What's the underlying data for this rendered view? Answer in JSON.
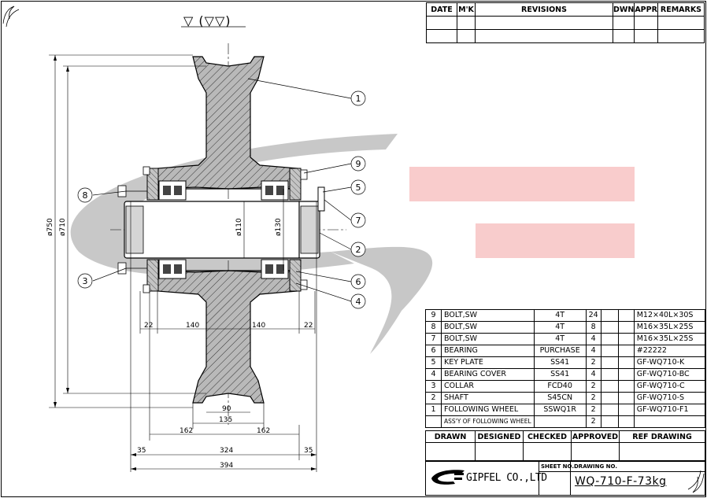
{
  "surface_finish": "▽ (▽▽)",
  "revisions": {
    "headers": [
      "DATE",
      "M'K",
      "REVISIONS",
      "DWN",
      "APPR",
      "REMARKS"
    ]
  },
  "balloons": [
    "1",
    "2",
    "3",
    "4",
    "5",
    "6",
    "7",
    "8",
    "9"
  ],
  "dims": {
    "d750": "ø750",
    "d710": "ø710",
    "d110": "ø110",
    "d130": "ø130",
    "b22a": "22",
    "b140a": "140",
    "b140b": "140",
    "b22b": "22",
    "b90": "90",
    "b135": "135",
    "b162a": "162",
    "b162b": "162",
    "b35a": "35",
    "b324": "324",
    "b35b": "35",
    "b394": "394"
  },
  "bom": [
    {
      "no": "9",
      "name": "BOLT,SW",
      "mat": "4T",
      "qty": "24",
      "spec": "M12×40L×30S"
    },
    {
      "no": "8",
      "name": "BOLT,SW",
      "mat": "4T",
      "qty": "8",
      "spec": "M16×35L×25S"
    },
    {
      "no": "7",
      "name": "BOLT,SW",
      "mat": "4T",
      "qty": "4",
      "spec": "M16×35L×25S"
    },
    {
      "no": "6",
      "name": "BEARING",
      "mat": "PURCHASE",
      "qty": "4",
      "spec": "#22222"
    },
    {
      "no": "5",
      "name": "KEY PLATE",
      "mat": "SS41",
      "qty": "2",
      "spec": "GF-WQ710-K"
    },
    {
      "no": "4",
      "name": "BEARING COVER",
      "mat": "SS41",
      "qty": "4",
      "spec": "GF-WQ710-BC"
    },
    {
      "no": "3",
      "name": "COLLAR",
      "mat": "FCD40",
      "qty": "2",
      "spec": "GF-WQ710-C"
    },
    {
      "no": "2",
      "name": "SHAFT",
      "mat": "S45CN",
      "qty": "2",
      "spec": "GF-WQ710-S"
    },
    {
      "no": "1",
      "name": "FOLLOWING WHEEL",
      "mat": "SSWQ1R",
      "qty": "2",
      "spec": "GF-WQ710-F1"
    },
    {
      "no": "",
      "name": "ASS'Y OF FOLLOWING WHEEL",
      "mat": "",
      "qty": "2",
      "spec": ""
    }
  ],
  "sign": [
    "DRAWN",
    "DESIGNED",
    "CHECKED",
    "APPROVED",
    "REF DRAWING"
  ],
  "title_block": {
    "sheet_no_label": "SHEET NO.",
    "drawing_no_label": "DRAWING NO.",
    "company": "GIPFEL CO.,LTD",
    "drawing_no": "WQ-710-F-73kg"
  }
}
